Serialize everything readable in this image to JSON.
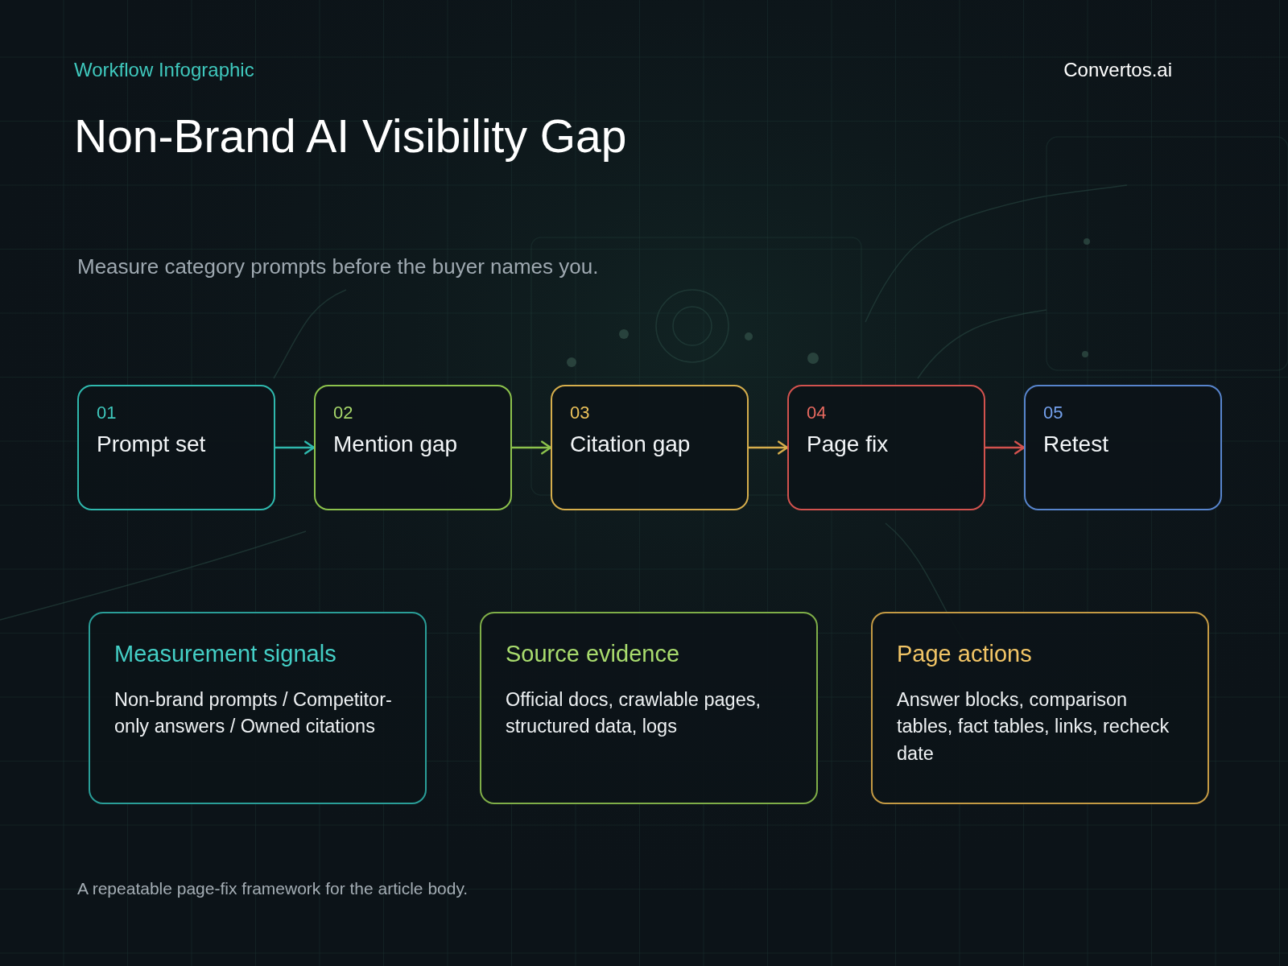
{
  "diagram": {
    "title": "Non-Brand AI Visibility Gap",
    "caption": "A repeatable page-fix framework for the article body.",
    "nodes": [
      {
        "text": [
          "01",
          "Prompt set"
        ]
      },
      {
        "text": [
          "02",
          "Mention gap"
        ]
      },
      {
        "text": [
          "03",
          "Citation gap"
        ]
      },
      {
        "text": [
          "04",
          "Page fix"
        ]
      },
      {
        "text": [
          "05",
          "Retest"
        ]
      },
      {
        "text": [
          "Measurement signals",
          "Non-brand prompts / Competitor-only answers / Owned citations"
        ]
      },
      {
        "text": [
          "Source evidence",
          "Official docs, crawlable pages, structured data, logs"
        ]
      },
      {
        "text": [
          "Page actions",
          "Answer blocks, comparison tables, fact tables, links, recheck date"
        ]
      }
    ],
    "edges": [
      {
        "from": 0,
        "to": 1,
        "arrow": "to"
      },
      {
        "from": 1,
        "to": 2,
        "arrow": "to"
      },
      {
        "from": 2,
        "to": 3,
        "arrow": "to"
      },
      {
        "from": 3,
        "to": 4,
        "arrow": "to"
      }
    ],
    "labels": [
      "Workflow Infographic",
      "Convertos.ai",
      "Measure category prompts before the buyer names you."
    ]
  }
}
